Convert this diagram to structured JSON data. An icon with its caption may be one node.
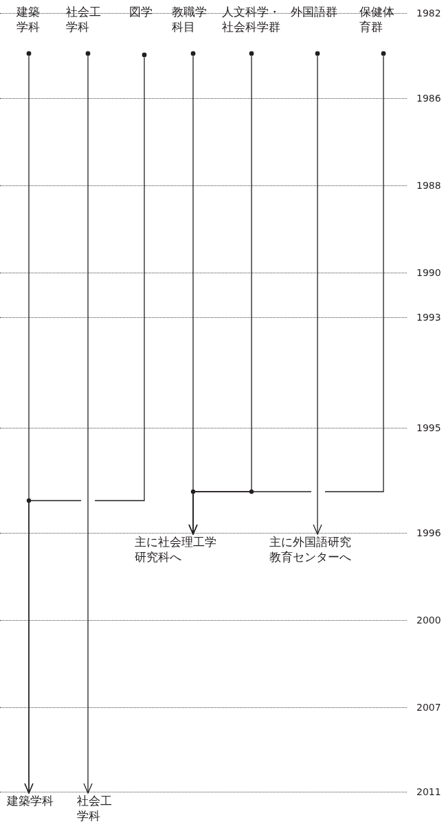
{
  "diagram": {
    "nodes": [
      {
        "text": [
          "建築学科"
        ]
      },
      {
        "text": [
          "社会工学科"
        ]
      },
      {
        "text": [
          "図学"
        ]
      },
      {
        "text": [
          "教職学科目"
        ]
      },
      {
        "text": [
          "人文科学・社会科学群"
        ]
      },
      {
        "text": [
          "外国語群"
        ]
      },
      {
        "text": [
          "保健体育群"
        ]
      },
      {
        "text": [
          "主に社会理工学研究科へ"
        ]
      },
      {
        "text": [
          "主に外国語研究教育センターへ"
        ]
      },
      {
        "text": [
          "建築学科"
        ]
      },
      {
        "text": [
          "社会工学科"
        ]
      }
    ],
    "edges": [
      {
        "from": 0,
        "to": 9,
        "arrow": "to"
      },
      {
        "from": 1,
        "to": 10,
        "arrow": "to"
      },
      {
        "from": 2,
        "to": 9,
        "arrow": "to"
      },
      {
        "from": 3,
        "to": 7,
        "arrow": "to"
      },
      {
        "from": 4,
        "to": 7,
        "arrow": "to"
      },
      {
        "from": 5,
        "to": 8,
        "arrow": "to"
      },
      {
        "from": 6,
        "to": 7,
        "arrow": "to"
      }
    ],
    "labels": [
      "1982",
      "1986",
      "1988",
      "1990",
      "1993",
      "1995",
      "1996",
      "2000",
      "2007",
      "2011"
    ]
  }
}
